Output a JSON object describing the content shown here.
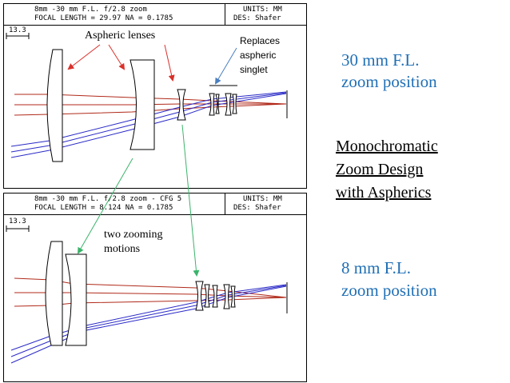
{
  "top_panel": {
    "header_line1": "8mm -30 mm F.L. f/2.8 zoom",
    "header_line2": "FOCAL LENGTH = 29.97   NA = 0.1785",
    "units": "UNITS: MM",
    "designer": "DES: Shafer",
    "scale_label": "13.3"
  },
  "bottom_panel": {
    "header_line1": "8mm -30 mm F.L. f/2.8 zoom - CFG 5",
    "header_line2": "FOCAL LENGTH = 8.124   NA = 0.1785",
    "units": "UNITS: MM",
    "designer": "DES: Shafer",
    "scale_label": "13.3"
  },
  "annotations": {
    "aspheric_lenses": "Aspheric lenses",
    "replaces_line1": "Replaces",
    "replaces_line2": "aspheric",
    "replaces_line3": "singlet",
    "two_zooming_line1": "two zooming",
    "two_zooming_line2": "motions"
  },
  "side_labels": {
    "zoom30_line1": "30 mm F.L.",
    "zoom30_line2": "zoom position",
    "title_line1": "Monochromatic",
    "title_line2": "Zoom Design",
    "title_line3": "with Aspherics",
    "zoom8_line1": "8 mm F.L.",
    "zoom8_line2": "zoom position"
  },
  "colors": {
    "ray_red": "#b02a1a",
    "ray_blue": "#2b2bc8",
    "arrow_red": "#d9302a",
    "arrow_green": "#3bb36a",
    "arrow_blue": "#4a7fc0",
    "label_blue": "#1f6fb5"
  }
}
